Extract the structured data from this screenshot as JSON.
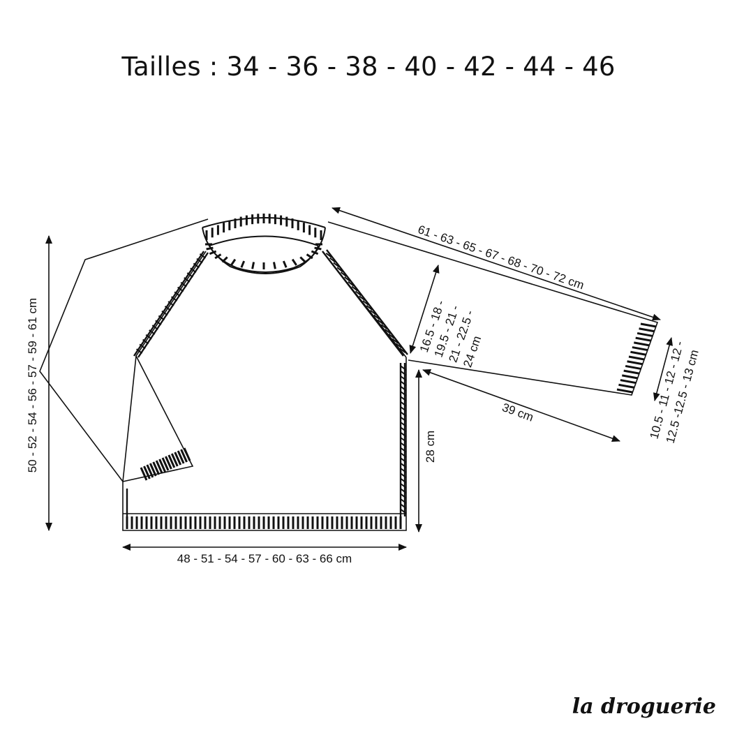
{
  "title": "Tailles : 34 - 36 - 38 - 40 - 42 - 44 - 46",
  "measurements": {
    "length": "50 - 52 - 54 - 56 - 57 - 59 - 61 cm",
    "width": "48 - 51 - 54 - 57 - 60 - 63 - 66 cm",
    "sleeve_total": "61 - 63 - 65 - 67 - 68 - 70 - 72 cm",
    "armhole": [
      "16.5 - 18 -",
      "19.5 - 21 -",
      "21 - 22.5 -",
      "24 cm"
    ],
    "underarm_sleeve": "39 cm",
    "side_body": "28 cm",
    "cuff": [
      "10.5 - 11 - 12 - 12 -",
      "12.5 -12.5 - 13 cm"
    ]
  },
  "brand": "la droguerie"
}
